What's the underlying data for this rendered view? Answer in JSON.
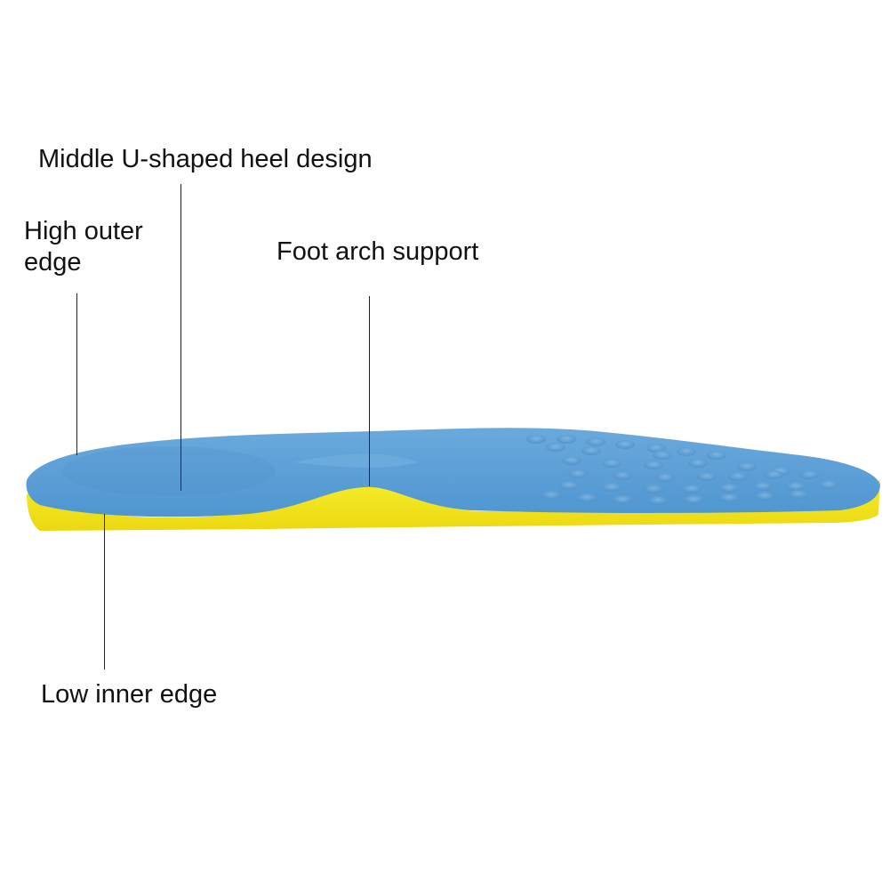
{
  "diagram": {
    "subject": "insole-side-view",
    "labels": {
      "heel_design": "Middle U-shaped heel design",
      "outer_edge_line1": "High outer",
      "outer_edge_line2": "edge",
      "arch_support": "Foot arch support",
      "inner_edge": "Low inner edge"
    },
    "colors": {
      "top_layer": "#5a9fd6",
      "top_layer_shade": "#4a8ec6",
      "base_layer": "#f5e81c",
      "base_layer_shade": "#e6d40c",
      "leader_line": "#222222",
      "text": "#111111"
    }
  }
}
